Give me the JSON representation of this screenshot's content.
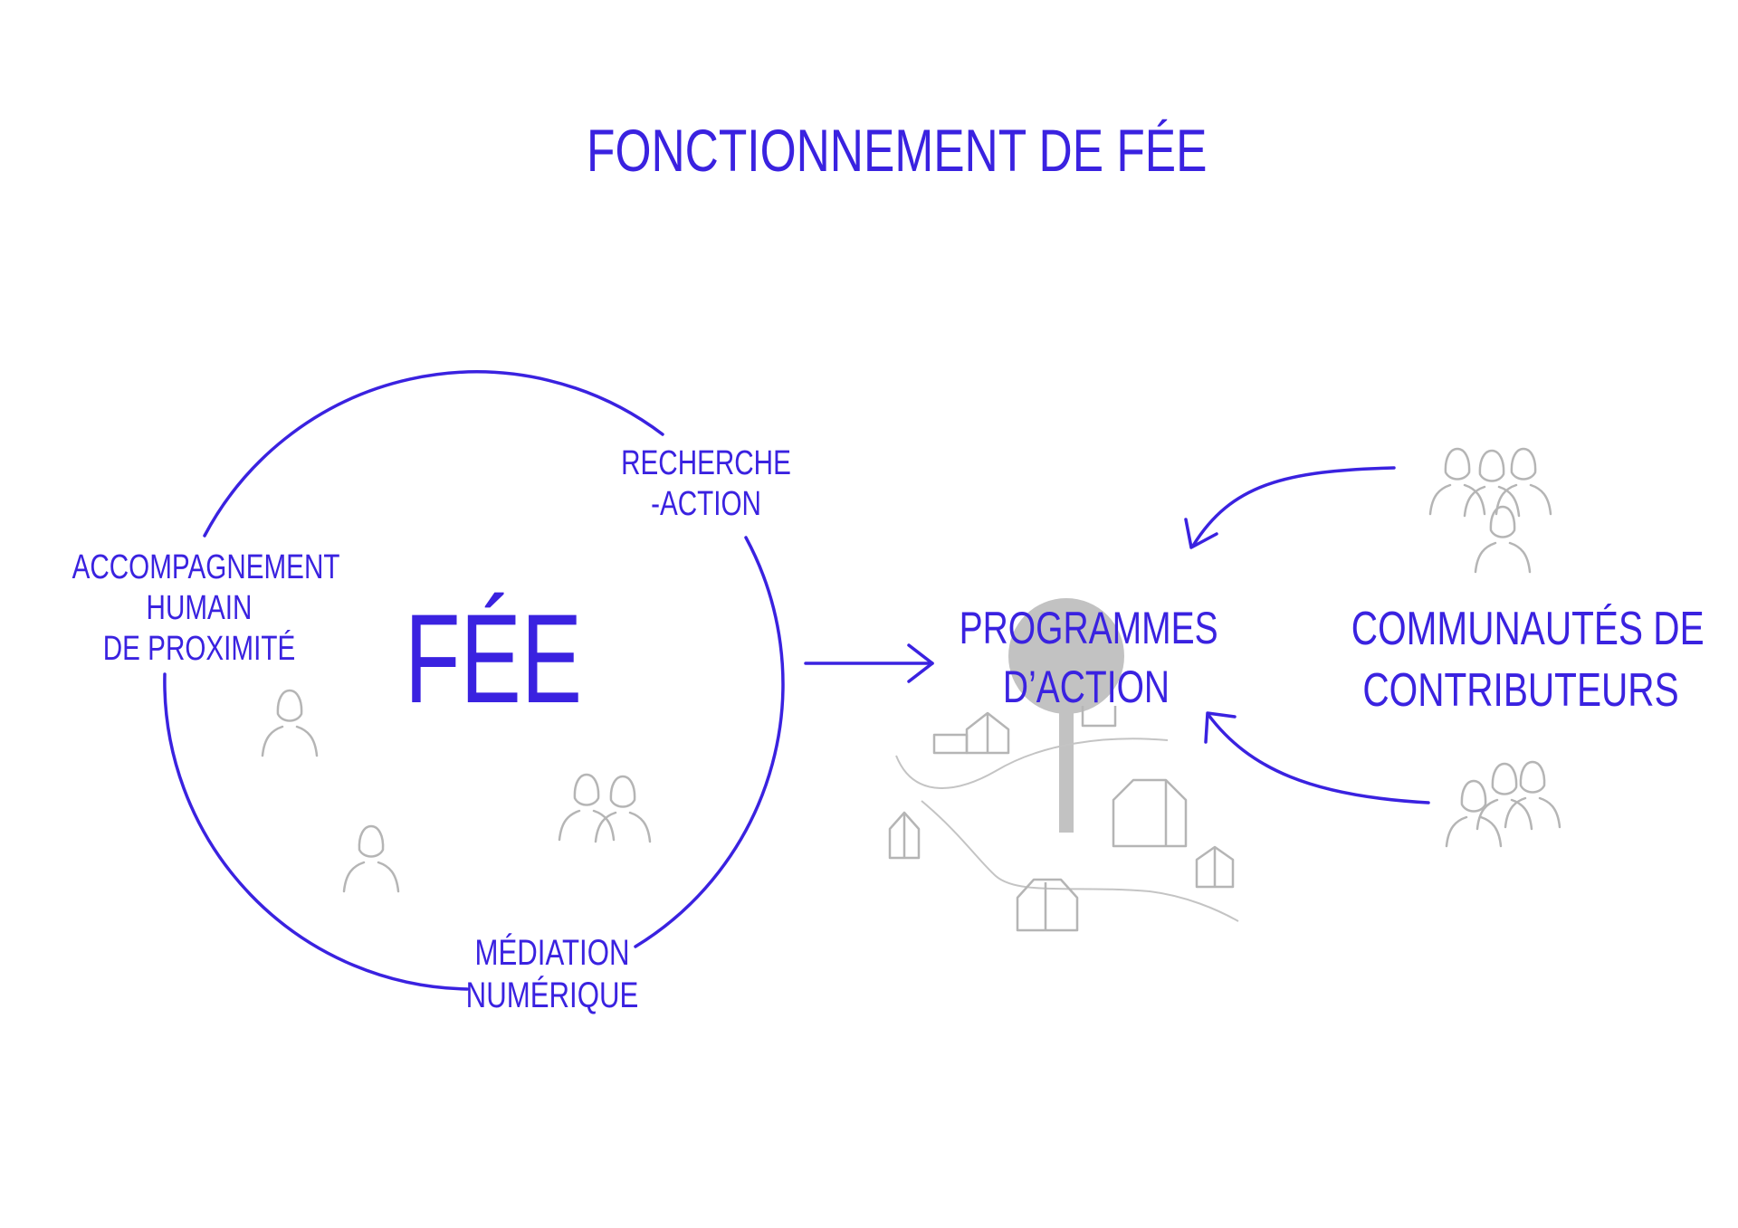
{
  "title": "FONCTIONNEMENT DE FÉE",
  "center_label": "FÉE",
  "cycle_labels": {
    "recherche": [
      "RECHERCHE",
      "-ACTION"
    ],
    "accompagnement": [
      "ACCOMPAGNEMENT",
      "HUMAIN",
      "DE PROXIMITÉ"
    ],
    "mediation": [
      "MÉDIATION",
      "NUMÉRIQUE"
    ]
  },
  "programmes": [
    "PROGRAMMES",
    "D’ACTION"
  ],
  "communautes": [
    "COMMUNAUTÉS DE",
    "CONTRIBUTEURS"
  ],
  "colors": {
    "accent": "#3a22e0",
    "illustration_gray": "#b5b5b5",
    "tree_gray": "#c2c2c2"
  },
  "icons": [
    "person-icon",
    "house-icon",
    "tree-icon",
    "road-icon",
    "arrow-icon",
    "cycle-circle"
  ]
}
